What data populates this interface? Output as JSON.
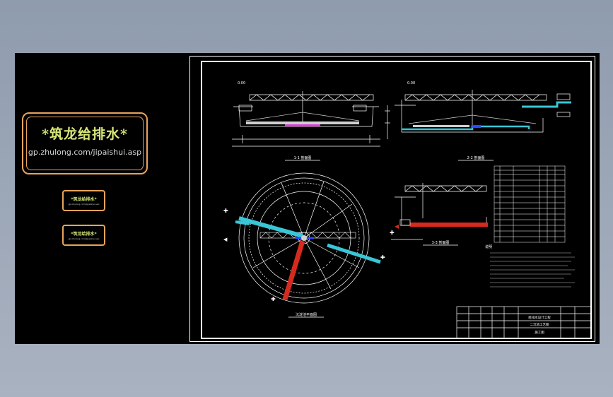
{
  "banner": {
    "title": "*筑龙给排水*",
    "url": "gp.zhulong.com/jipaishui.asp"
  },
  "badges": [
    {
      "title": "*筑龙给排水*",
      "url": "gp.zhulong.com/jipaishui.asp"
    },
    {
      "title": "*筑龙给排水*",
      "url": "gp.zhulong.com/jipaishui.asp"
    }
  ],
  "drawing": {
    "elevation_top": "0.00",
    "views": {
      "section_1": "1-1 剖面图",
      "section_2": "2-2 剖面图",
      "section_3": "3-3 剖面图",
      "plan": "沉淀池平面图"
    },
    "notes_heading": "说明",
    "title_block": {
      "project": "给排水设计工程",
      "drawing_title": "二沉池工艺图",
      "sheet": "施工图"
    }
  },
  "colors": {
    "background_gradient_top": "#8f9cae",
    "background_gradient_bottom": "#a9b2c0",
    "viewport": "#000000",
    "frame": "#ffffff",
    "banner_border": "#e8a35a",
    "banner_text": "#d8e878",
    "pipe_cyan": "#39c6d6",
    "pipe_red": "#d62a1e",
    "pipe_blue": "#2c49ff",
    "pipe_magenta": "#e23cdb"
  }
}
